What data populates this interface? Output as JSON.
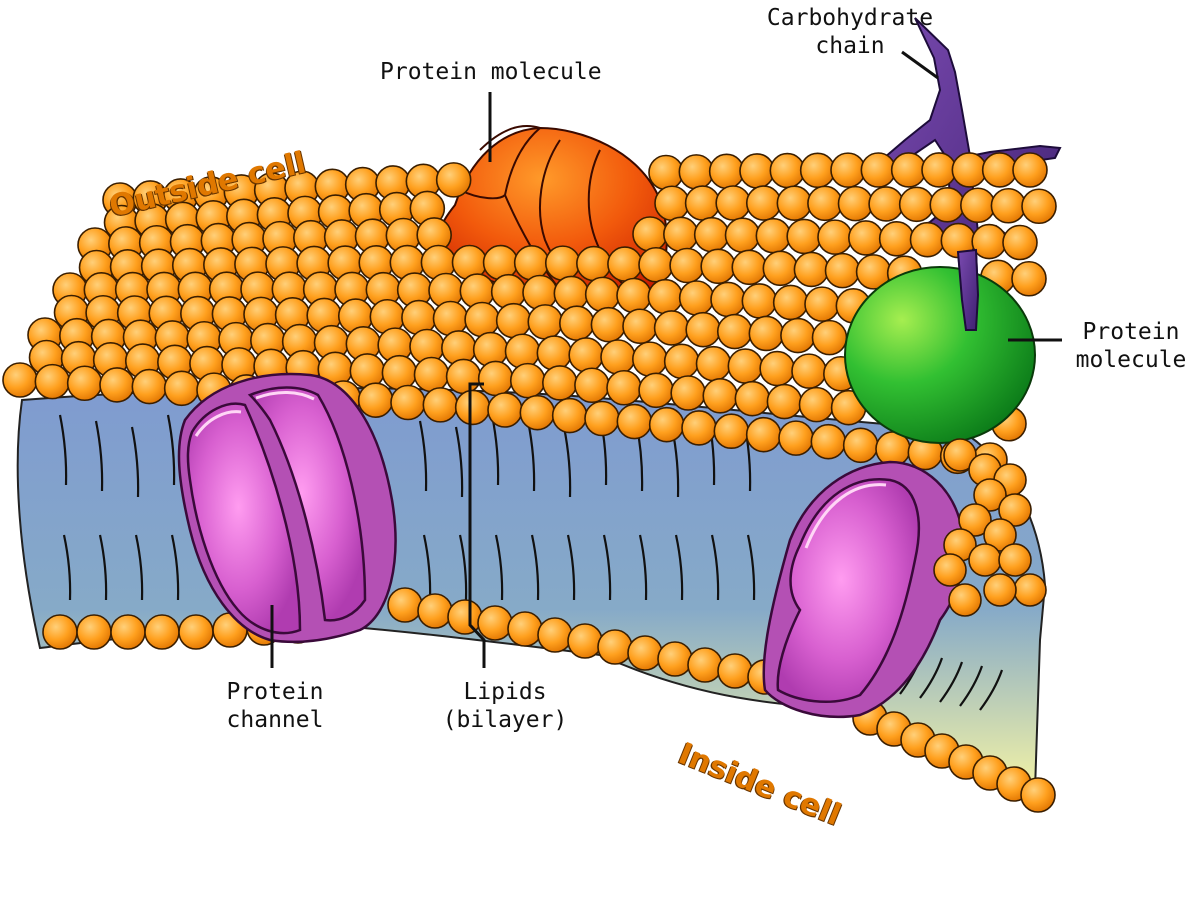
{
  "labels": {
    "protein_top": "Protein molecule",
    "carbohydrate_line1": "Carbohydrate",
    "carbohydrate_line2": "chain",
    "protein_right_line1": "Protein",
    "protein_right_line2": "molecule",
    "channel_line1": "Protein",
    "channel_line2": "channel",
    "lipids_line1": "Lipids",
    "lipids_line2": "(bilayer)"
  },
  "regions": {
    "outside": "Outside cell",
    "inside": "Inside cell"
  },
  "colors": {
    "lipid_head": "#ffa01e",
    "lipid_outline": "#3a1e00",
    "protein_top": "#f04a08",
    "protein_green": "#3cc43c",
    "protein_channel": "#c45ec4",
    "carbohydrate": "#4e2a8c",
    "membrane_blue": "#6f8fc8",
    "membrane_yellow": "#f2f2a6",
    "region_text": "#e07800"
  }
}
